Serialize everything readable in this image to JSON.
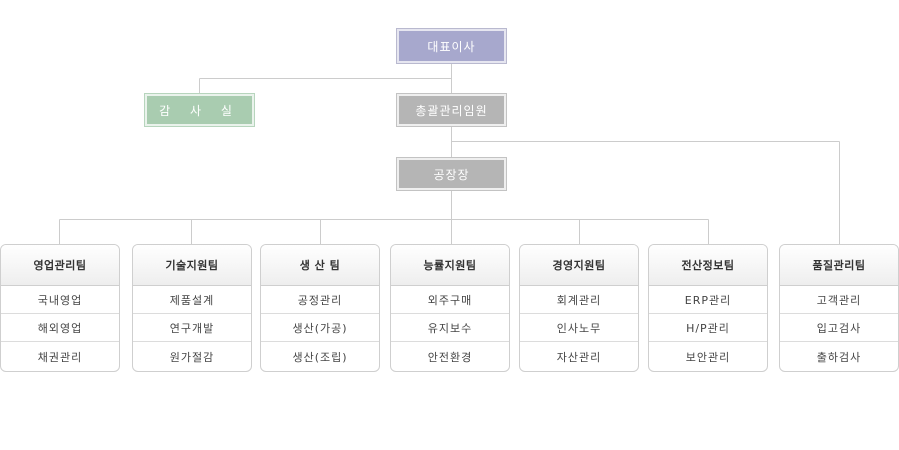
{
  "ceo": {
    "label": "대표이사"
  },
  "audit": {
    "label": "감 사 실"
  },
  "gm": {
    "label": "총괄관리임원"
  },
  "plant": {
    "label": "공장장"
  },
  "teams": [
    {
      "name": "영업관리팀",
      "items": [
        "국내영업",
        "해외영업",
        "채권관리"
      ]
    },
    {
      "name": "기술지원팀",
      "items": [
        "제품설계",
        "연구개발",
        "원가절감"
      ]
    },
    {
      "name": "생 산 팀",
      "items": [
        "공정관리",
        "생산(가공)",
        "생산(조립)"
      ]
    },
    {
      "name": "능률지원팀",
      "items": [
        "외주구매",
        "유지보수",
        "안전환경"
      ]
    },
    {
      "name": "경영지원팀",
      "items": [
        "회계관리",
        "인사노무",
        "자산관리"
      ]
    },
    {
      "name": "전산정보팀",
      "items": [
        "ERP관리",
        "H/P관리",
        "보안관리"
      ]
    },
    {
      "name": "품질관리팀",
      "items": [
        "고객관리",
        "입고검사",
        "출하검사"
      ]
    }
  ],
  "colors": {
    "ceo": "#a7a8cd",
    "audit": "#a9ccb0",
    "office": "#b5b5b5",
    "line": "#cccccc"
  }
}
